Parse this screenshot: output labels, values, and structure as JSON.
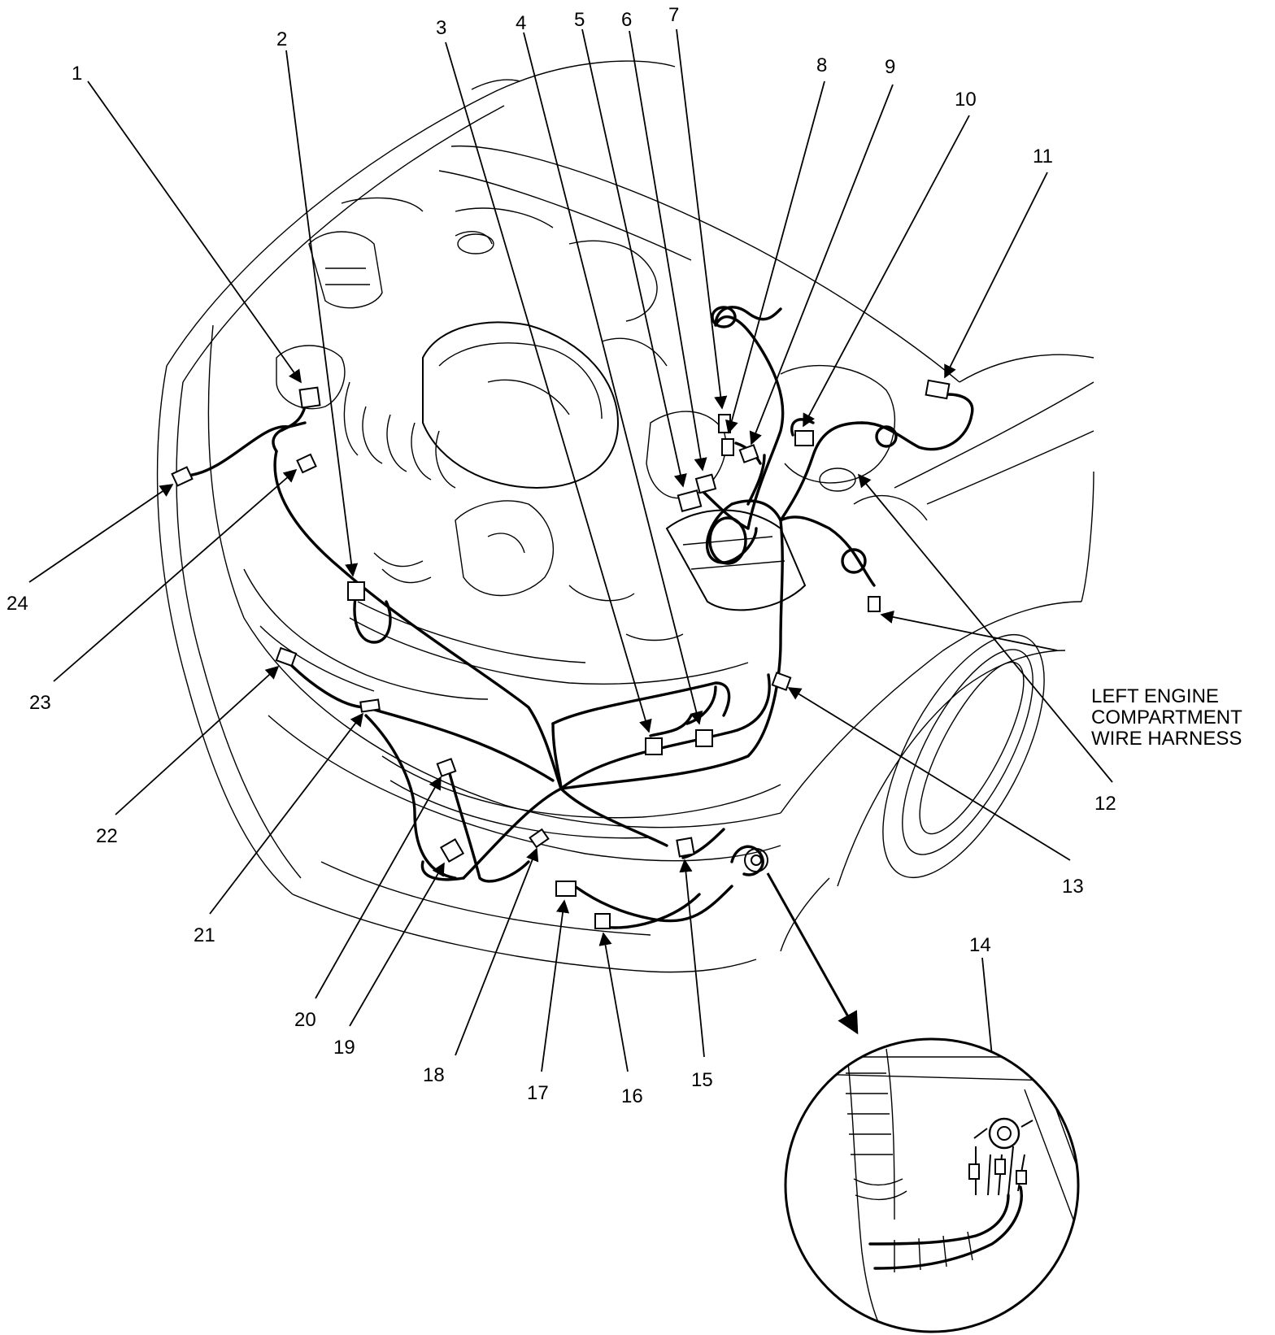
{
  "callouts": [
    {
      "label": "1"
    },
    {
      "label": "2"
    },
    {
      "label": "3"
    },
    {
      "label": "4"
    },
    {
      "label": "5"
    },
    {
      "label": "6"
    },
    {
      "label": "7"
    },
    {
      "label": "8"
    },
    {
      "label": "9"
    },
    {
      "label": "10"
    },
    {
      "label": "11"
    },
    {
      "label": "12"
    },
    {
      "label": "13"
    },
    {
      "label": "14"
    },
    {
      "label": "15"
    },
    {
      "label": "16"
    },
    {
      "label": "17"
    },
    {
      "label": "18"
    },
    {
      "label": "19"
    },
    {
      "label": "20"
    },
    {
      "label": "21"
    },
    {
      "label": "22"
    },
    {
      "label": "23"
    },
    {
      "label": "24"
    }
  ],
  "harness_label": {
    "line1": "LEFT ENGINE",
    "line2": "COMPARTMENT",
    "line3": "WIRE HARNESS"
  }
}
